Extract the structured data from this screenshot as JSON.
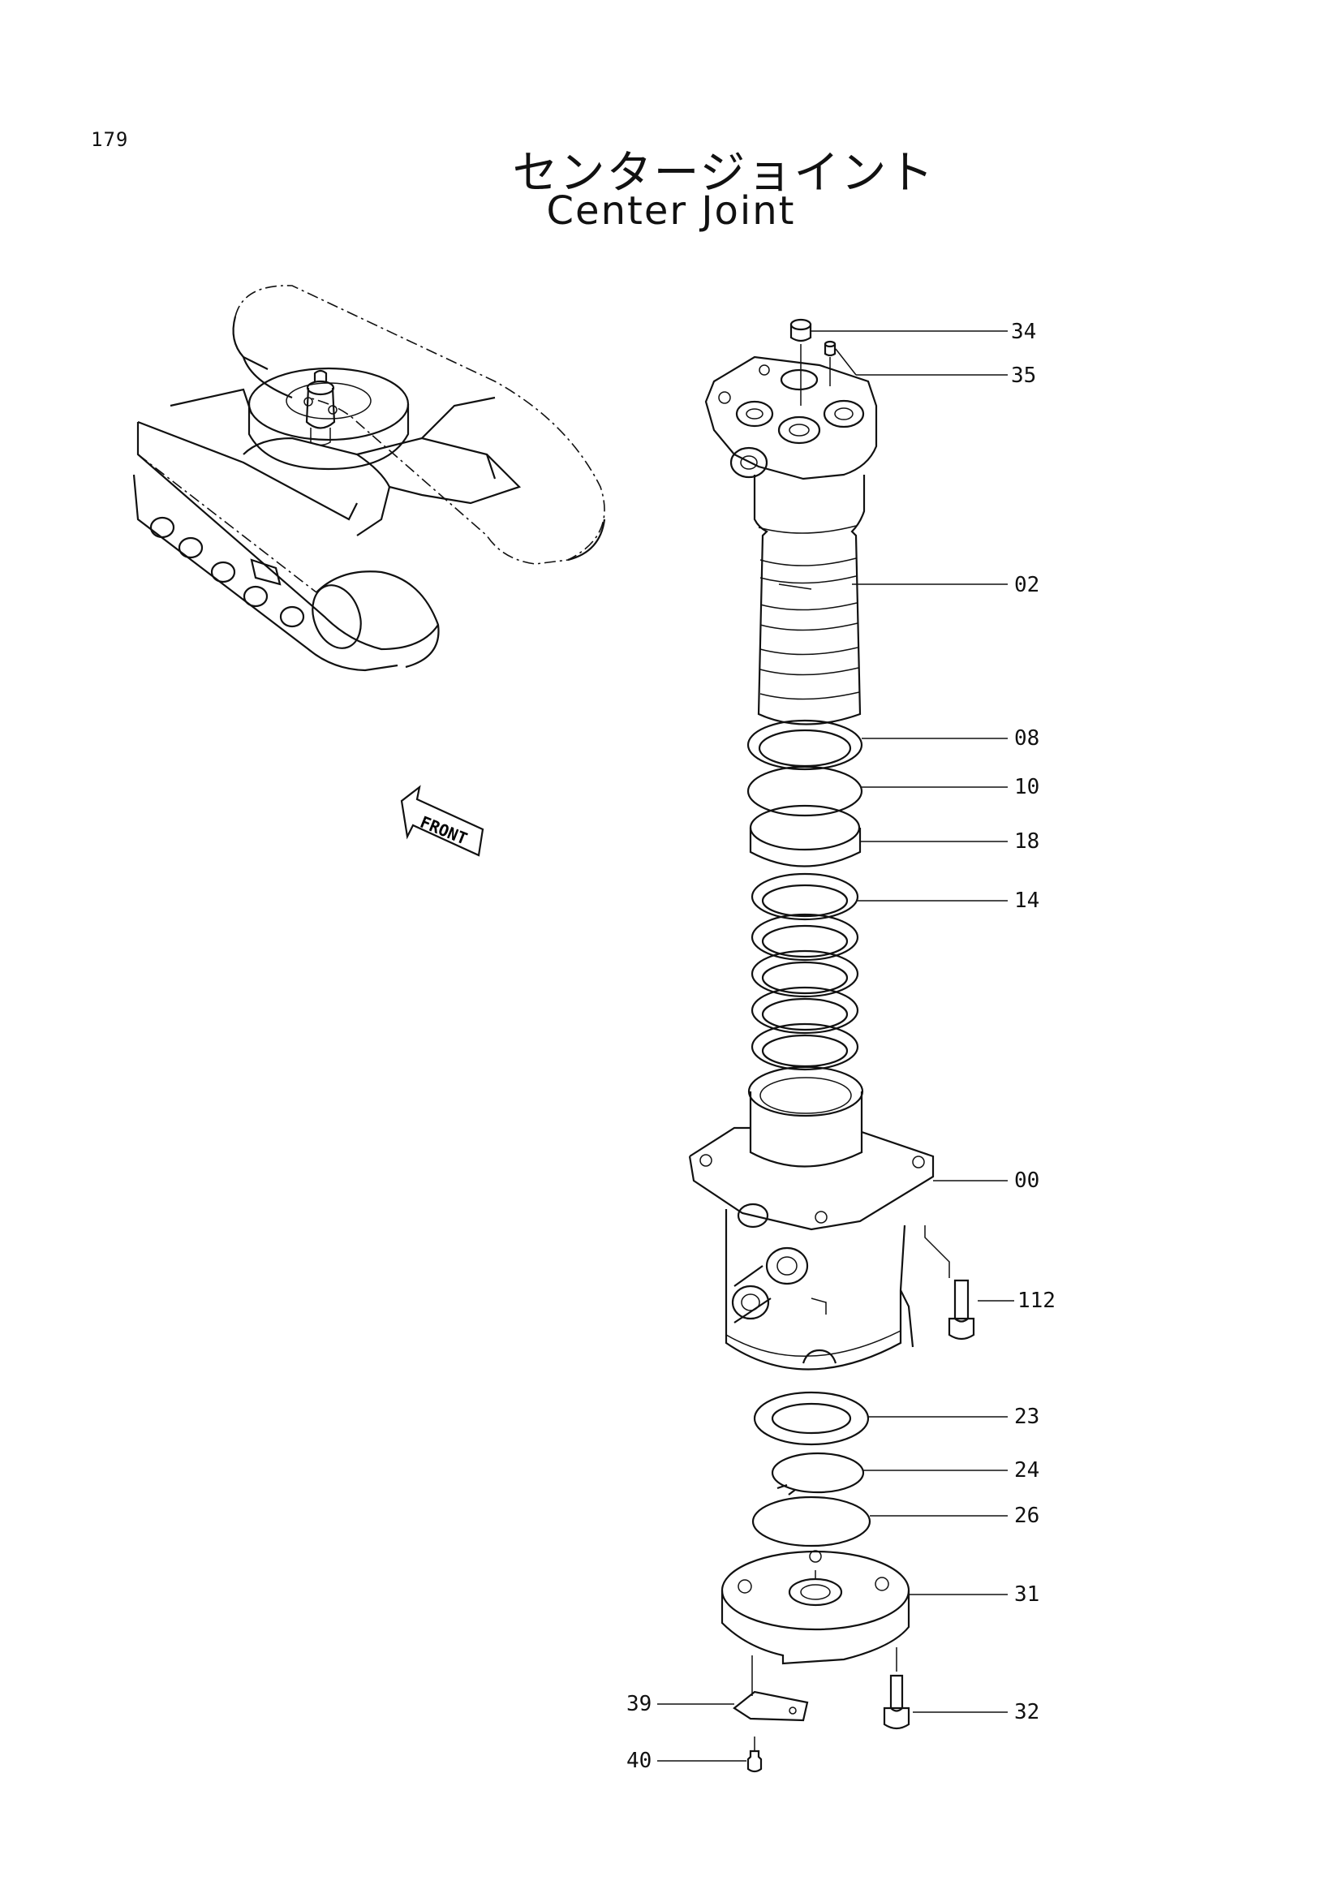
{
  "page_number": "179",
  "title_jp": "センタージョイント",
  "title_en": "Center Joint",
  "front_label": "FRONT",
  "callouts": [
    {
      "id": "34",
      "label": "34"
    },
    {
      "id": "35",
      "label": "35"
    },
    {
      "id": "02",
      "label": "02"
    },
    {
      "id": "08",
      "label": "08"
    },
    {
      "id": "10",
      "label": "10"
    },
    {
      "id": "18",
      "label": "18"
    },
    {
      "id": "14",
      "label": "14"
    },
    {
      "id": "00",
      "label": "00"
    },
    {
      "id": "112",
      "label": "112"
    },
    {
      "id": "23",
      "label": "23"
    },
    {
      "id": "24",
      "label": "24"
    },
    {
      "id": "26",
      "label": "26"
    },
    {
      "id": "31",
      "label": "31"
    },
    {
      "id": "32",
      "label": "32"
    },
    {
      "id": "39",
      "label": "39"
    },
    {
      "id": "40",
      "label": "40"
    }
  ]
}
